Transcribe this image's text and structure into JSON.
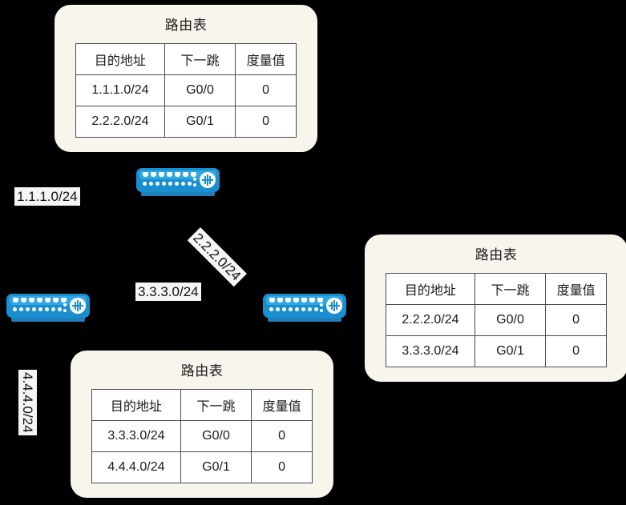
{
  "diagram": {
    "title": "Routing tables network diagram",
    "background_color": "#000000",
    "card_color": "#f8f5ec",
    "device_color": "#1a8fd0",
    "label_background": "#f5f5f5"
  },
  "table_headers": {
    "destination": "目的地址",
    "next_hop": "下一跳",
    "metric": "度量值"
  },
  "routing_tables": [
    {
      "id": "top",
      "title": "路由表",
      "rows": [
        {
          "destination": "1.1.1.0/24",
          "next_hop": "G0/0",
          "metric": "0"
        },
        {
          "destination": "2.2.2.0/24",
          "next_hop": "G0/1",
          "metric": "0"
        }
      ]
    },
    {
      "id": "right",
      "title": "路由表",
      "rows": [
        {
          "destination": "2.2.2.0/24",
          "next_hop": "G0/0",
          "metric": "0"
        },
        {
          "destination": "3.3.3.0/24",
          "next_hop": "G0/1",
          "metric": "0"
        }
      ]
    },
    {
      "id": "bottom",
      "title": "路由表",
      "rows": [
        {
          "destination": "3.3.3.0/24",
          "next_hop": "G0/0",
          "metric": "0"
        },
        {
          "destination": "4.4.4.0/24",
          "next_hop": "G0/1",
          "metric": "0"
        }
      ]
    }
  ],
  "network_labels": [
    {
      "id": "net1",
      "text": "1.1.1.0/24",
      "rotation": 0
    },
    {
      "id": "net2",
      "text": "2.2.2.0/24",
      "rotation": 45
    },
    {
      "id": "net3",
      "text": "3.3.3.0/24",
      "rotation": 0
    },
    {
      "id": "net4",
      "text": "4.4.4.0/24",
      "rotation": 90
    }
  ],
  "devices": [
    {
      "id": "switch-top",
      "icon": "network-switch-icon"
    },
    {
      "id": "switch-left",
      "icon": "network-switch-icon"
    },
    {
      "id": "switch-right",
      "icon": "network-switch-icon"
    }
  ]
}
